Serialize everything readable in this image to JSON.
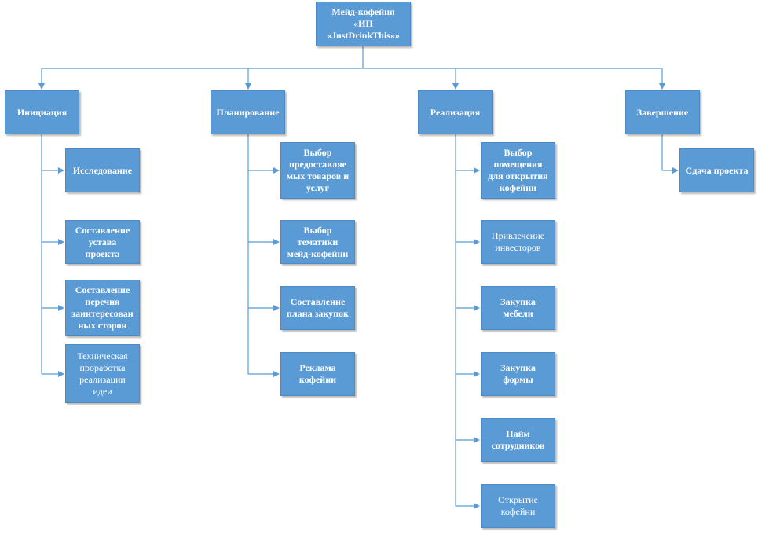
{
  "root": {
    "label": "Мейд-кофейня\n«ИП\n«JustDrinkThis»»"
  },
  "phases": [
    {
      "label": "Инициация",
      "tasks": [
        {
          "label": "Исследование",
          "bold": true
        },
        {
          "label": "Составление\nустава\nпроекта",
          "bold": true
        },
        {
          "label": "Составление\nперечня\nзаинтересован\nных сторон",
          "bold": true
        },
        {
          "label": "Техническая\nпроработка\nреализации\nидеи",
          "bold": false
        }
      ]
    },
    {
      "label": "Планирование",
      "tasks": [
        {
          "label": "Выбор\nпредоставляе\nмых товаров и\nуслуг",
          "bold": true
        },
        {
          "label": "Выбор\nтематики\nмейд-кофейни",
          "bold": true
        },
        {
          "label": "Составление\nплана закупок",
          "bold": true
        },
        {
          "label": "Реклама\nкофейни",
          "bold": true
        }
      ]
    },
    {
      "label": "Реализация",
      "tasks": [
        {
          "label": "Выбор\nпомещения\nдля открытия\nкофейни",
          "bold": true
        },
        {
          "label": "Привлечение\nинвесторов",
          "bold": false
        },
        {
          "label": "Закупка\nмебели",
          "bold": true
        },
        {
          "label": "Закупка\nформы",
          "bold": true
        },
        {
          "label": "Найм\nсотрудников",
          "bold": true
        },
        {
          "label": "Открытие\nкофейни",
          "bold": false
        }
      ]
    },
    {
      "label": "Завершение",
      "tasks": [
        {
          "label": "Сдача проекта",
          "bold": true
        }
      ]
    }
  ],
  "colors": {
    "box_fill": "#5b9bd5",
    "box_border": "#4f8ac3",
    "connector": "#5b9bd5",
    "text": "#ffffff"
  }
}
